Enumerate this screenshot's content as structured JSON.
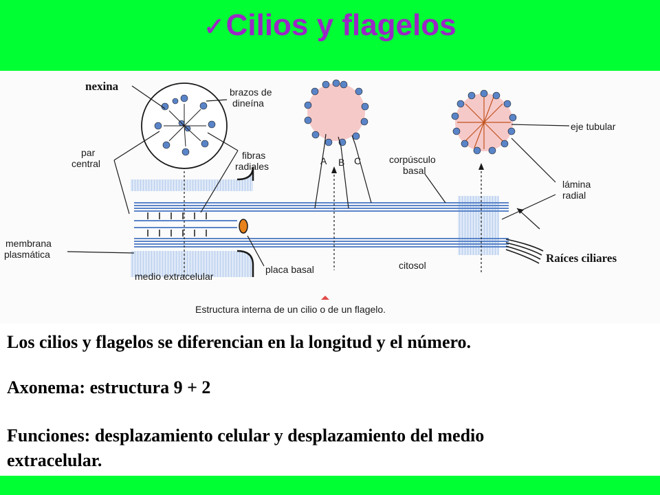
{
  "header": {
    "check": "✓",
    "title": "Cilios y flagelos"
  },
  "diagram": {
    "labels": {
      "nexina": "nexina",
      "brazos_l1": "brazos de",
      "brazos_l2": "dineína",
      "par_l1": "par",
      "par_l2": "central",
      "fibras_l1": "fibras",
      "fibras_l2": "radiales",
      "a": "A",
      "b": "B",
      "c": "C",
      "corp_l1": "corpúsculo",
      "corp_l2": "basal",
      "eje": "eje tubular",
      "lamina_l1": "lámina",
      "lamina_l2": "radial",
      "membrana_l1": "membrana",
      "membrana_l2": "plasmática",
      "medio": "medio extracelular",
      "placa": "placa basal",
      "citosol": "citosol",
      "raices": "Raíces ciliares",
      "caption": "Estructura interna de un cilio o de un flagelo."
    }
  },
  "text": {
    "line1": "Los cilios y flagelos se diferencian en la longitud y el número.",
    "line2": "Axonema: estructura 9 + 2",
    "line3a": "Funciones: desplazamiento celular y desplazamiento del medio",
    "line3b": "extracelular."
  },
  "colors": {
    "green": "#00ff33",
    "title": "#9b27c4",
    "microtubule": "#5a84c8",
    "cytosol": "#f6c9c9"
  }
}
